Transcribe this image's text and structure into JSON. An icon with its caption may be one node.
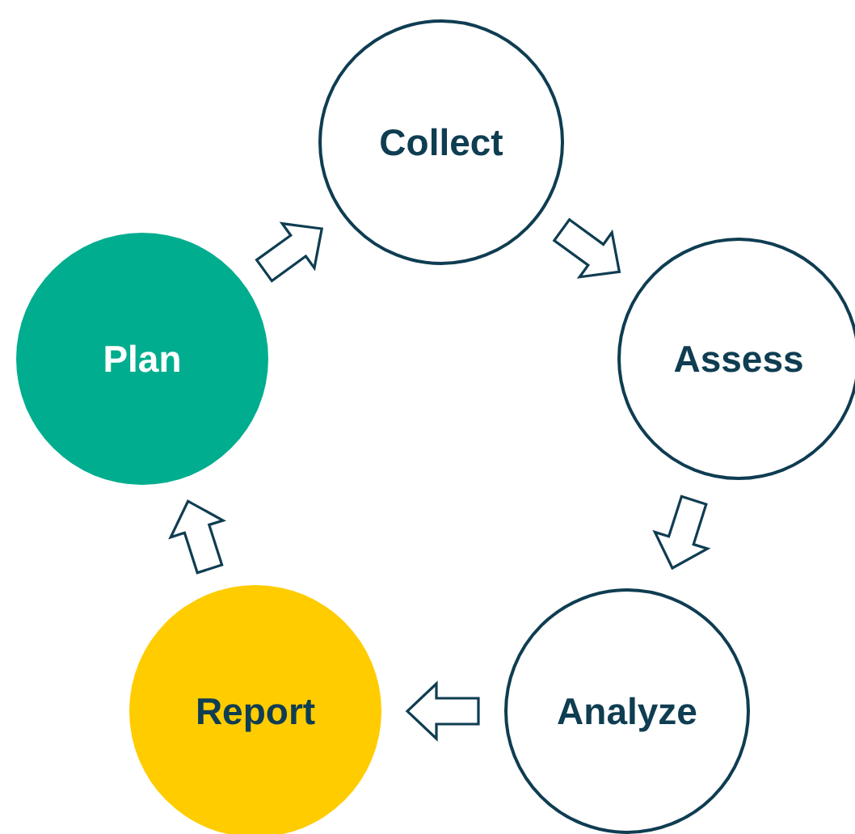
{
  "diagram": {
    "nodes": [
      {
        "text": [
          "Collect"
        ]
      },
      {
        "text": [
          "Assess"
        ]
      },
      {
        "text": [
          "Analyze"
        ]
      },
      {
        "text": [
          "Report"
        ]
      },
      {
        "text": [
          "Plan"
        ]
      }
    ],
    "edges": [
      {
        "from": 0,
        "to": 1,
        "arrow": "to"
      },
      {
        "from": 1,
        "to": 2,
        "arrow": "to"
      },
      {
        "from": 2,
        "to": 3,
        "arrow": "to"
      },
      {
        "from": 3,
        "to": 4,
        "arrow": "to"
      },
      {
        "from": 4,
        "to": 0,
        "arrow": "to"
      }
    ]
  }
}
